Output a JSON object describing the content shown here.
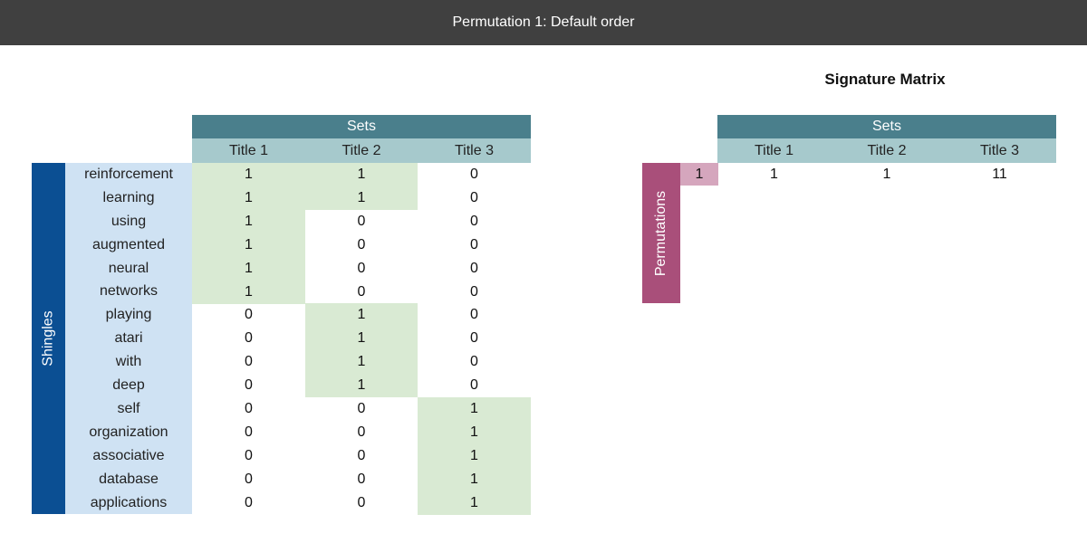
{
  "header": {
    "title": "Permutation 1: Default order"
  },
  "input_matrix": {
    "sets_label": "Sets",
    "columns": [
      "Title 1",
      "Title 2",
      "Title 3"
    ],
    "row_group_label": "Shingles",
    "rows": [
      {
        "shingle": "reinforcement",
        "values": [
          1,
          1,
          0
        ]
      },
      {
        "shingle": "learning",
        "values": [
          1,
          1,
          0
        ]
      },
      {
        "shingle": "using",
        "values": [
          1,
          0,
          0
        ]
      },
      {
        "shingle": "augmented",
        "values": [
          1,
          0,
          0
        ]
      },
      {
        "shingle": "neural",
        "values": [
          1,
          0,
          0
        ]
      },
      {
        "shingle": "networks",
        "values": [
          1,
          0,
          0
        ]
      },
      {
        "shingle": "playing",
        "values": [
          0,
          1,
          0
        ]
      },
      {
        "shingle": "atari",
        "values": [
          0,
          1,
          0
        ]
      },
      {
        "shingle": "with",
        "values": [
          0,
          1,
          0
        ]
      },
      {
        "shingle": "deep",
        "values": [
          0,
          1,
          0
        ]
      },
      {
        "shingle": "self",
        "values": [
          0,
          0,
          1
        ]
      },
      {
        "shingle": "organization",
        "values": [
          0,
          0,
          1
        ]
      },
      {
        "shingle": "associative",
        "values": [
          0,
          0,
          1
        ]
      },
      {
        "shingle": "database",
        "values": [
          0,
          0,
          1
        ]
      },
      {
        "shingle": "applications",
        "values": [
          0,
          0,
          1
        ]
      }
    ]
  },
  "signature_matrix": {
    "title": "Signature Matrix",
    "sets_label": "Sets",
    "columns": [
      "Title 1",
      "Title 2",
      "Title 3"
    ],
    "row_group_label": "Permutations",
    "rows": [
      {
        "permutation": "1",
        "values": [
          "1",
          "1",
          "11"
        ]
      }
    ]
  },
  "colors": {
    "header_bg": "#404040",
    "sets_header": "#4a7f8c",
    "title_header": "#a6c9cc",
    "shingles_bar": "#0b4f93",
    "shingle_cells": "#cfe2f3",
    "highlight_green": "#d9ead3",
    "permutations_bar": "#a94f7a",
    "permutation_index": "#d5a6bd"
  }
}
